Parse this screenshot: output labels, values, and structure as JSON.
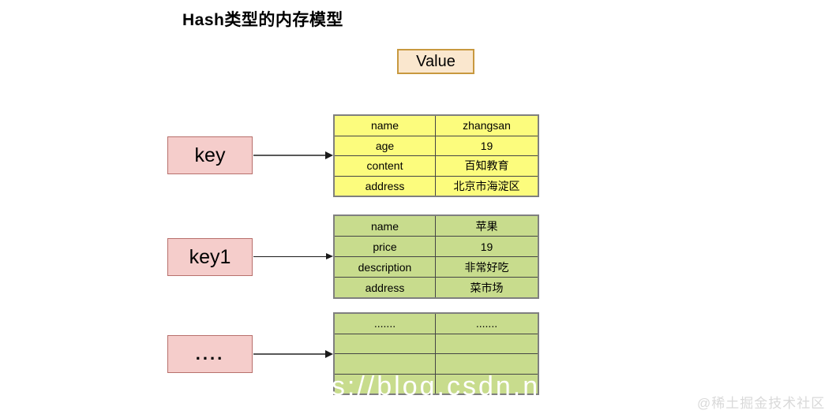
{
  "title": "Hash类型的内存模型",
  "value_box": {
    "label": "Value"
  },
  "key_boxes": [
    {
      "label": "key"
    },
    {
      "label": "key1"
    },
    {
      "label": "...."
    }
  ],
  "tables": [
    {
      "fill": "#FCFC7D",
      "rows": [
        [
          "name",
          "zhangsan"
        ],
        [
          "age",
          "19"
        ],
        [
          "content",
          "百知教育"
        ],
        [
          "address",
          "北京市海淀区"
        ]
      ]
    },
    {
      "fill": "#C8DC8D",
      "rows": [
        [
          "name",
          "苹果"
        ],
        [
          "price",
          "19"
        ],
        [
          "description",
          "非常好吃"
        ],
        [
          "address",
          "菜市场"
        ]
      ]
    },
    {
      "fill": "#C8DC8D",
      "rows": [
        [
          ".......",
          "......."
        ],
        [
          "",
          ""
        ],
        [
          "",
          ""
        ],
        [
          "",
          ""
        ]
      ]
    }
  ],
  "watermark": "ps://blog.csdn.n",
  "attribution": "@稀土掘金技术社区",
  "colors": {
    "yellow_fill": "#FCFC7D",
    "green_fill": "#C8DC8D",
    "key_fill": "#F5CDCB",
    "key_stroke": "#B8706C",
    "value_fill": "#FAE7CE",
    "value_stroke": "#C8993F",
    "table_outer_border": "#7F7F7F",
    "table_grid": "#454545",
    "arrow_gray": "#585858",
    "arrow_black": "#1A1A1A",
    "watermark_color": "#FFFFFF",
    "attribution_color": "#D9D9D9"
  }
}
